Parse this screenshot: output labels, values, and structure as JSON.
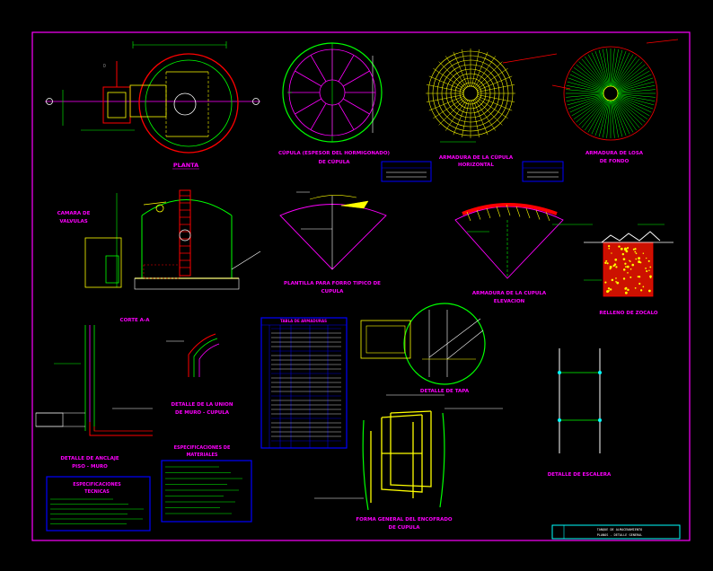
{
  "colors": {
    "background": "#000000",
    "frame": "#ff00ff",
    "yellow": "#ffff00",
    "green": "#00ff00",
    "red": "#ff0000",
    "blue": "#0000ff",
    "cyan": "#00ffff",
    "white": "#ffffff",
    "magenta": "#ff00ff"
  },
  "titles": {
    "planta": "PLANTA",
    "cupula_line1": "CÚPULA (ESPESOR DEL HORMIGONADO)",
    "cupula_line2": "DE CÚPULA",
    "armadura_cupula_line1": "ARMADURA DE LA CÚPULA",
    "armadura_cupula_line2": "HORIZONTAL",
    "armadura_losa_line1": "ARMADURA DE LOSA",
    "armadura_losa_line2": "DE FONDO",
    "camara_line1": "CAMARA DE",
    "camara_line2": "VALVULAS",
    "corte": "CORTE A-A",
    "plantilla_line1": "PLANTILLA PARA FORRO TIPICO DE",
    "plantilla_line2": "CUPULA",
    "armadura_elev_line1": "ARMADURA DE LA CUPULA",
    "armadura_elev_line2": "ELEVACION",
    "relleno_line1": "RELLENO DE ZOCALO",
    "detalle_anclaje_line1": "DETALLE DE ANCLAJE",
    "detalle_anclaje_line2": "PISO - MURO",
    "detalle_union_line1": "DETALLE DE LA UNION",
    "detalle_union_line2": "DE MURO - CUPULA",
    "especificaciones_materiales_line1": "ESPECIFICACIONES DE",
    "especificaciones_materiales_line2": "MATERIALES",
    "especificaciones_tecnicas_line1": "ESPECIFICACIONES",
    "especificaciones_tecnicas_line2": "TECNICAS",
    "tabla_armaduras": "TABLA DE ARMADURAS",
    "tapa_line1": "DETALLE DE TAPA",
    "forma_line1": "FORMA GENERAL DEL ENCOFRADO",
    "forma_line2": "DE CUPULA",
    "escalera": "DETALLE DE ESCALERA",
    "rotulo_line1": "TANQUE DE ALMACENAMIENTO",
    "rotulo_line2": "PLANOS - DETALLE GENERAL"
  }
}
